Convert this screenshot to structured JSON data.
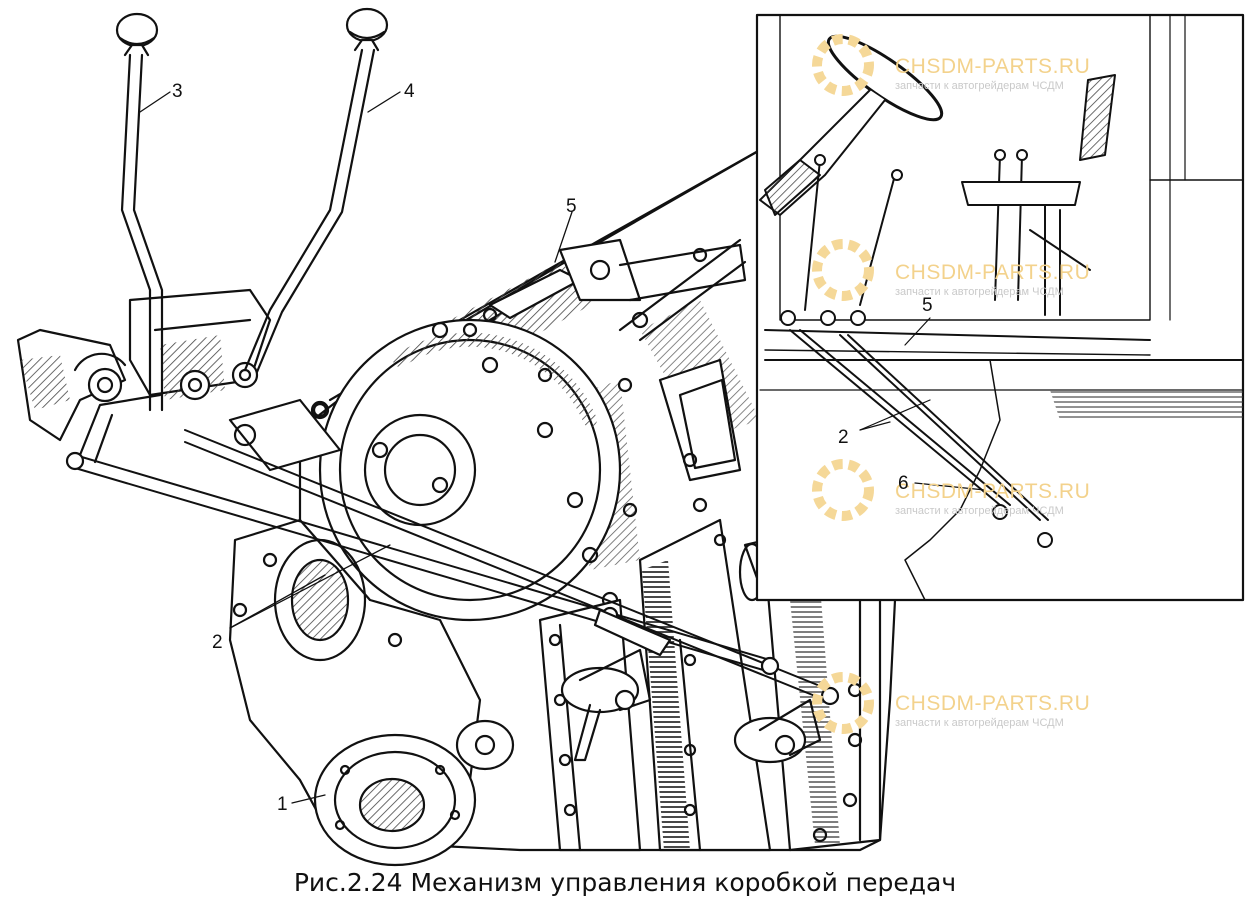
{
  "caption": "Рис.2.24 Механизм управления коробкой передач",
  "callouts": {
    "lever_3": "3",
    "lever_4": "4",
    "rod_5_main": "5",
    "rod_2_main": "2",
    "item_1": "1",
    "rod_5_inset": "5",
    "rod_2_inset": "2",
    "item_6": "6"
  },
  "watermark": {
    "brand": "CHSDM-PARTS.RU",
    "tagline": "запчасти к автогрейдерам ЧСДМ",
    "color": "#f3d28c"
  },
  "colors": {
    "ink": "#111111",
    "paper": "#ffffff",
    "hatch": "#444444"
  }
}
